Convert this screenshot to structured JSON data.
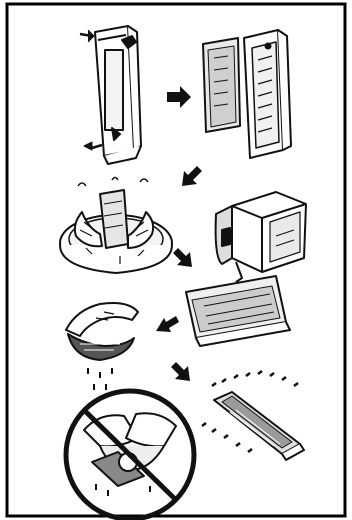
{
  "panel": {
    "background": "#ffffff",
    "frame_color": "#000000",
    "ink_color": "#111111",
    "paper_shade": "#e9e9e9",
    "dark_shade": "#333333"
  },
  "steps": [
    {
      "name": "remove-filter-cartridge",
      "icon": "filter-cartridge"
    },
    {
      "name": "open-filter-frame",
      "icon": "open-filter-frame"
    },
    {
      "name": "wash-filter-in-basin",
      "icon": "hands-washing-in-basin"
    },
    {
      "name": "apply-detergent",
      "icon": "detergent-bottle"
    },
    {
      "name": "wet-filter-pad",
      "icon": "filter-pad"
    },
    {
      "name": "squeeze-out-water",
      "icon": "hand-squeezing-pad"
    },
    {
      "name": "dry-filter-pad",
      "icon": "drying-filter-pad"
    },
    {
      "name": "do-not-wring",
      "icon": "prohibited-wringing"
    }
  ],
  "arrows": [
    {
      "name": "arrow-1",
      "direction": "right"
    },
    {
      "name": "arrow-2",
      "direction": "down-left"
    },
    {
      "name": "arrow-3",
      "direction": "down-right"
    },
    {
      "name": "arrow-4",
      "direction": "down-left"
    },
    {
      "name": "arrow-5",
      "direction": "down-right"
    }
  ]
}
